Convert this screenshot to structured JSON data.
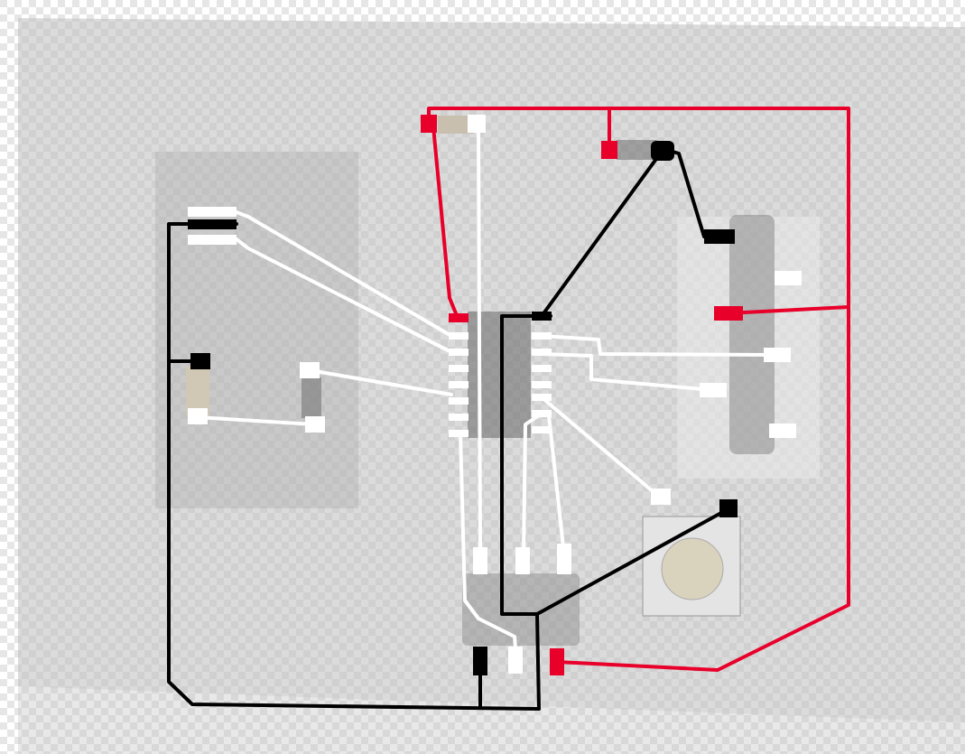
{
  "colors": {
    "power_trace": "#e8002a",
    "ground_trace": "#000000",
    "signal_trace": "#ffffff",
    "board_overlay": "#c8c8c8",
    "transparency_checker_light": "#ffffff",
    "transparency_checker_dark": "#e6e6e6"
  },
  "components": [
    "microcontroller-chip",
    "pin-header-right",
    "pin-header-bottom",
    "tactile-button",
    "capacitor",
    "resistor-left",
    "resistor-middle",
    "resistor-top",
    "resistor-top-right"
  ]
}
